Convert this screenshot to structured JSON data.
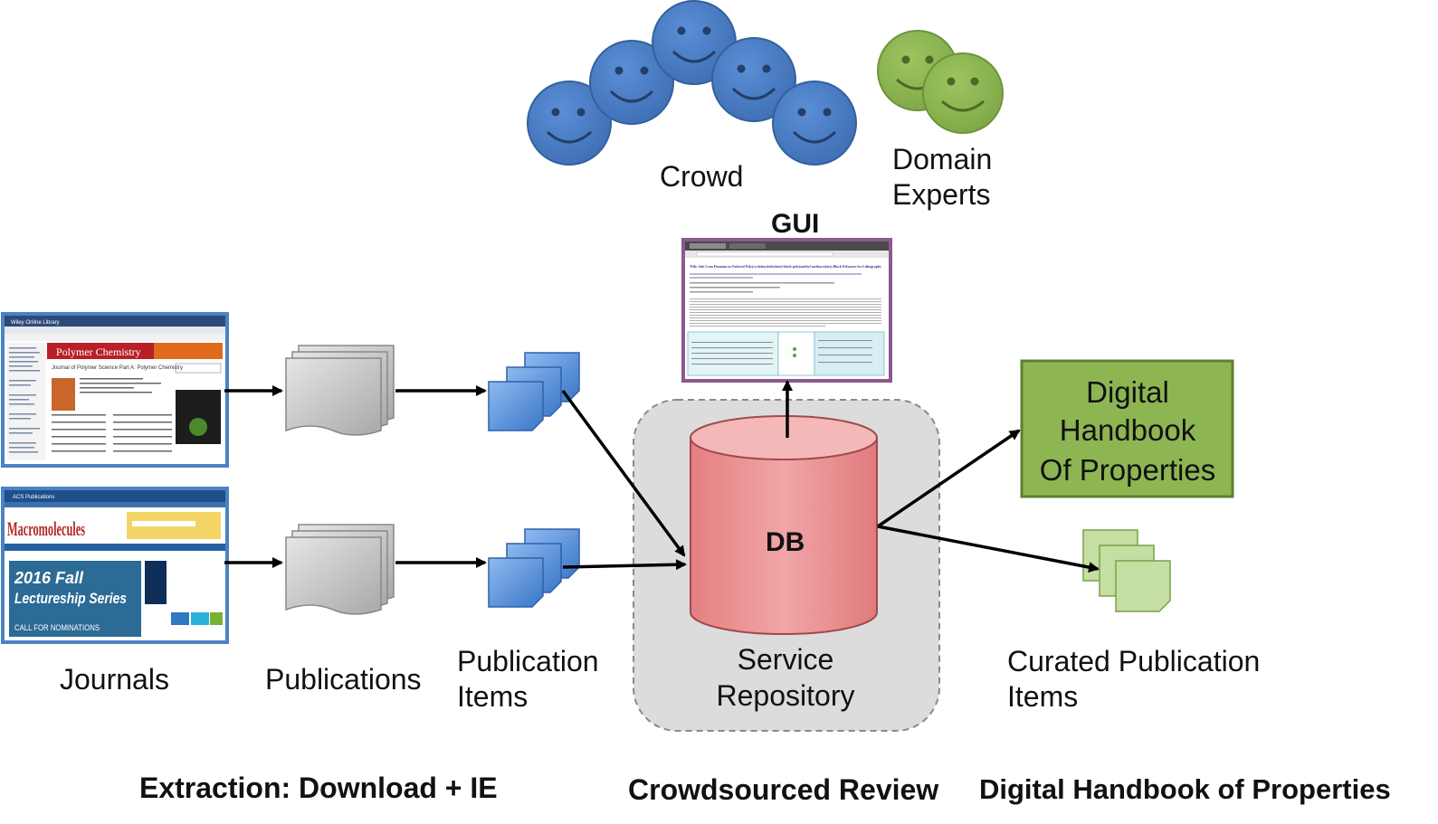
{
  "crowd_label": "Crowd",
  "domain_experts_label": [
    "Domain",
    "Experts"
  ],
  "gui_label": "GUI",
  "gui_screenshot": {
    "title_text": "Title: Sub-5 nm Domains in Ordered Poly(cyclohexylethylene)-block-poly(methyl methacrylate) Block Polymers for Lithography",
    "authors_text": "Authors: Justin G. Kennemur, Li Yao, Frank S. Bates, and Marc A. Hillmyer",
    "date_text": "Date Published (Web): February 11, 2014",
    "doi_text": "DOI: 10.1021/ma402093h"
  },
  "db_label": "DB",
  "service_repository_label": [
    "Service",
    "Repository"
  ],
  "digital_handbook_box": [
    "Digital",
    "Handbook",
    "Of Properties"
  ],
  "journals_label": "Journals",
  "publications_label": "Publications",
  "publication_items_label": [
    "Publication",
    "Items"
  ],
  "curated_items_label": [
    "Curated Publication",
    "Items"
  ],
  "journal_covers": {
    "wiley": {
      "header": "Wiley Online Library",
      "banner": "Polymer Chemistry",
      "title": "Journal of Polymer Science Part A: Polymer Chemistry"
    },
    "acs": {
      "header": "ACS Publications",
      "journal": "Macromolecules",
      "banner_line1": "2016 Fall",
      "banner_line2": "Lectureship Series",
      "banner_line3": "CALL FOR NOMINATIONS"
    }
  },
  "sections": {
    "extraction": "Extraction: Download + IE",
    "review": "Crowdsourced Review",
    "handbook": "Digital Handbook of Properties"
  },
  "colors": {
    "crowd_face": "#4a7cc4",
    "expert_face": "#8db653",
    "db_fill": "#e8898a",
    "handbook_fill": "#8db653",
    "curated_fill": "#c5dea4",
    "item_fill": "#4f8ad8",
    "publication_fill": "#bdbdbd",
    "repo_fill": "#dcdcdc",
    "gui_border": "#8b5a8e"
  }
}
